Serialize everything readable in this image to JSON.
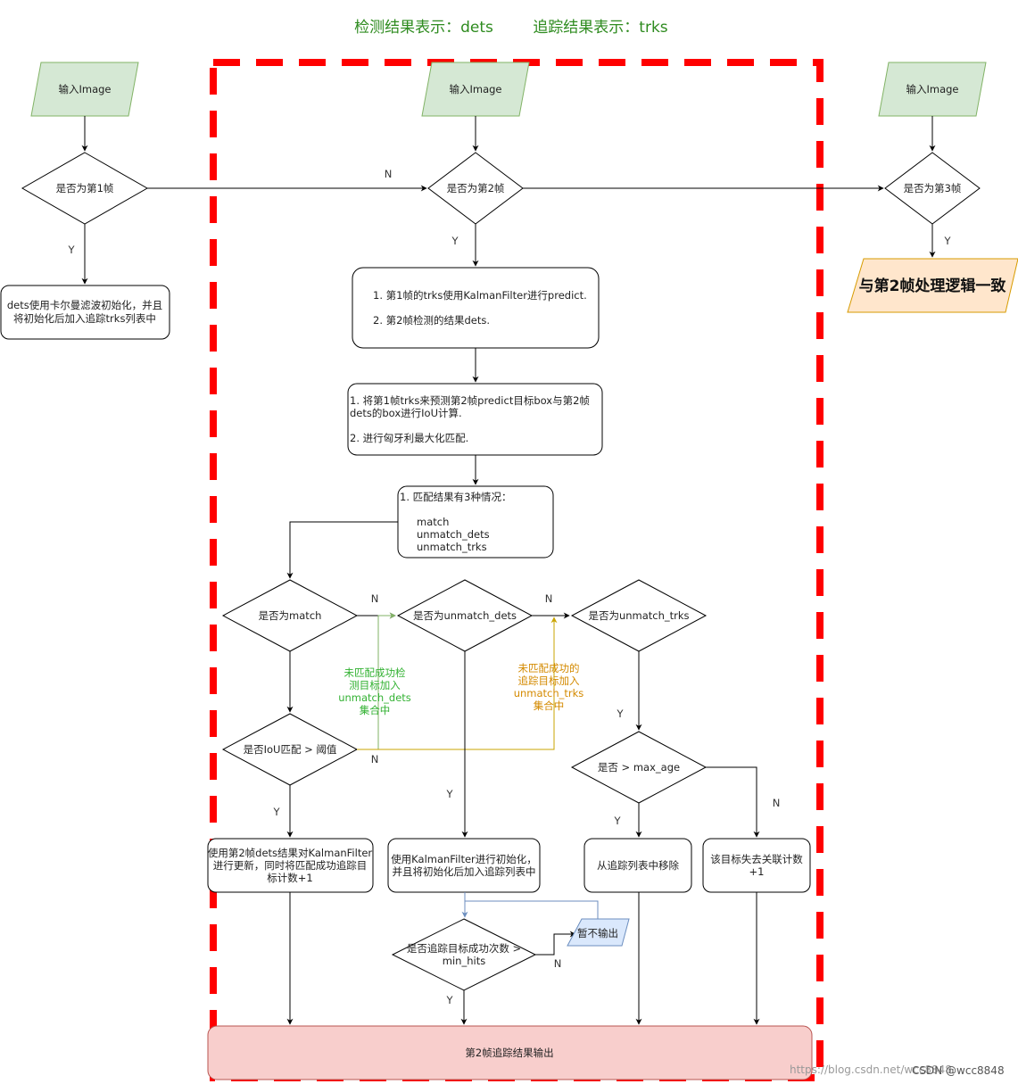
{
  "header": {
    "dets_label": "检测结果表示：dets",
    "trks_label": "追踪结果表示：trks"
  },
  "colors": {
    "input_fill": "#d5e8d4",
    "input_stroke": "#82b366",
    "dashed_frame": "#ff0000",
    "output_fill": "#f8cecc",
    "output_stroke": "#b85450",
    "consistent_fill": "#ffe6cc",
    "consistent_stroke": "#d79b00",
    "hold_fill": "#dae8fc",
    "hold_stroke": "#6c8ebf",
    "green_note": "#33b233",
    "gold_note": "#d48a00",
    "header_text": "#2e8b1f"
  },
  "nodes": {
    "input1": "输入Image",
    "input2": "输入Image",
    "input3": "输入Image",
    "is_frame1": "是否为第1帧",
    "is_frame2": "是否为第2帧",
    "is_frame3": "是否为第3帧",
    "init_dets": [
      "dets使用卡尔曼滤波初始化，并且",
      "将初始化后加入追踪trks列表中"
    ],
    "same_as_frame2": "与第2帧处理逻辑一致",
    "predict_box": [
      "1. 第1帧的trks使用KalmanFilter进行predict.",
      "2. 第2帧检测的结果dets."
    ],
    "iou_box": [
      "1. 将第1帧trks来预测第2帧predict目标box与第2帧",
      "dets的box进行IoU计算.",
      "2. 进行匈牙利最大化匹配."
    ],
    "match_box": [
      "1. 匹配结果有3种情况：",
      "match",
      "unmatch_dets",
      "unmatch_trks"
    ],
    "is_match": "是否为match",
    "is_unmatch_dets": "是否为unmatch_dets",
    "is_unmatch_trks": "是否为unmatch_trks",
    "iou_threshold": "是否IoU匹配 > 阈值",
    "max_age": "是否 > max_age",
    "update_kf": [
      "使用第2帧dets结果对KalmanFilter",
      "进行更新，同时将匹配成功追踪目",
      "标计数+1"
    ],
    "init_kf": [
      "使用KalmanFilter进行初始化，",
      "并且将初始化后加入追踪列表中"
    ],
    "remove_track": "从追踪列表中移除",
    "lost_count": [
      "该目标失去关联计数",
      "+1"
    ],
    "min_hits": [
      "是否追踪目标成功次数 >",
      "min_hits"
    ],
    "no_output": "暂不输出",
    "final_output": "第2帧追踪结果输出"
  },
  "notes": {
    "unmatch_dets_note": [
      "未匹配成功检",
      "测目标加入",
      "unmatch_dets",
      "集合中"
    ],
    "unmatch_trks_note": [
      "未匹配成功的",
      "追踪目标加入",
      "unmatch_trks",
      "集合中"
    ]
  },
  "edge_labels": {
    "n_frame1": "N",
    "y_frame1": "Y",
    "y_frame2": "Y",
    "y_frame3": "Y",
    "n_match": "N",
    "n_unmatch_dets": "N",
    "n_iou": "N",
    "y_iou": "Y",
    "y_unmatch_dets": "Y",
    "y_unmatch_trks": "Y",
    "y_max_age": "Y",
    "n_max_age": "N",
    "y_min_hits": "Y",
    "n_min_hits": "N"
  },
  "watermark": {
    "url": "https://blog.csdn.net/wcc8848",
    "credit": "CSDN @wcc8848"
  }
}
